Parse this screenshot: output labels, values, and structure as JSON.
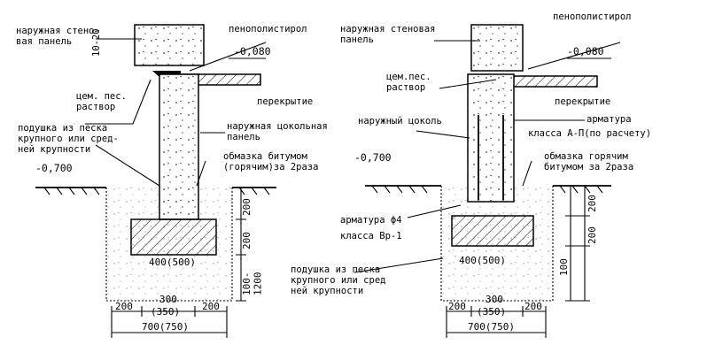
{
  "left": {
    "outer_wall_panel": "наружная стено-\nвая панель",
    "dim_10_20": "10-20",
    "cement_sand_mortar": "цем. пес.\nраствор",
    "sand_cushion": "подушка из песка\nкрупного или сред-\nней крупности",
    "ground_level": "-0,700",
    "polystyrene": "пенополистирол",
    "floor_level": "-0,080",
    "floor_slab": "перекрытие",
    "plinth_panel": "наружная цокольная\nпанель",
    "bitumen_coating": "обмазка битумом\n(горячим)за 2раза",
    "footing_width": "400(500)",
    "dim_200_top": "200",
    "dim_200_mid": "200",
    "dim_100_200": "100-\n1200",
    "dim_300": "300",
    "dim_350": "(350)",
    "dim_200_l": "200",
    "dim_200_r": "200",
    "dim_total": "700(750)"
  },
  "right": {
    "outer_wall_panel": "наружная стеновая\nпанель",
    "cement_sand_mortar": "цем.пес.\nраствор",
    "outer_plinth": "наружный цоколь",
    "ground_level": "-0,700",
    "polystyrene": "пенополистирол",
    "floor_level": "-0,080",
    "floor_slab": "перекрытие",
    "reinforcement": "арматура",
    "reinforcement_class": "класса А-П(по расчету)",
    "hot_coating": "обмазка горячим\nбитумом за 2раза",
    "rebar_phi4": "арматура ф4",
    "rebar_class": "класса Вр-1",
    "sand_cushion": "подушка из песка\nкрупного или сред\nней крупности",
    "footing_width": "400(500)",
    "dim_200_top": "200",
    "dim_200_mid": "200",
    "dim_100": "100",
    "dim_300": "300",
    "dim_350": "(350)",
    "dim_200_l": "200",
    "dim_200_r": "200",
    "dim_total": "700(750)"
  }
}
